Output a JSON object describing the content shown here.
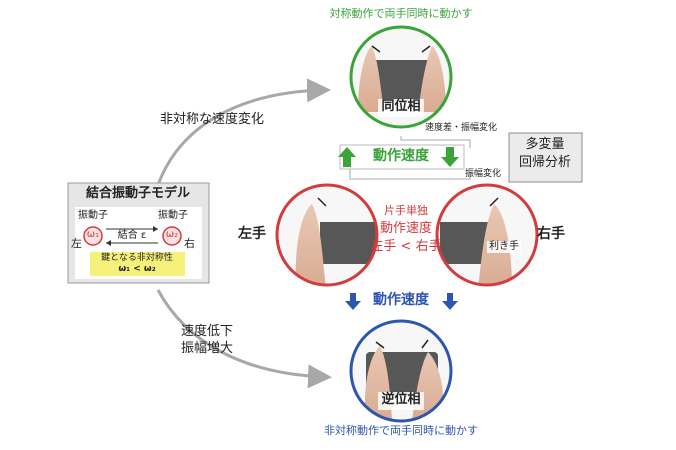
{
  "top": {
    "caption": "対称動作で両手同時に動かす",
    "label": "同位相"
  },
  "bottom": {
    "caption": "非対称動作で両手同時に動かす",
    "label": "逆位相"
  },
  "arrows": {
    "upper_label": "非対称な速度変化",
    "lower_line1": "速度低下",
    "lower_line2": "振幅増大"
  },
  "model": {
    "title": "結合振動子モデル",
    "osc_left": "振動子",
    "osc_right": "振動子",
    "omega1": "ω₁",
    "omega2": "ω₂",
    "coupling": "結合 ε",
    "left": "左",
    "right": "右",
    "key_line1": "鍵となる非対称性",
    "key_line2": "ω₁ < ω₂"
  },
  "speed_box": {
    "label": "動作速度",
    "note_top": "速度差・振幅変化",
    "note_bottom": "振幅変化"
  },
  "analysis": {
    "line1": "多変量",
    "line2": "回帰分析"
  },
  "middle": {
    "left_hand": "左手",
    "right_hand": "右手",
    "single_line1": "片手単独",
    "single_line2": "動作速度",
    "single_line3": "左手 < 右手",
    "dominant": "利き手"
  },
  "speed_blue": {
    "label": "動作速度"
  },
  "colors": {
    "green": "#3aa33a",
    "red": "#d23c3c",
    "blue": "#2e55b0",
    "gray_arrow": "#a8a8a8"
  }
}
